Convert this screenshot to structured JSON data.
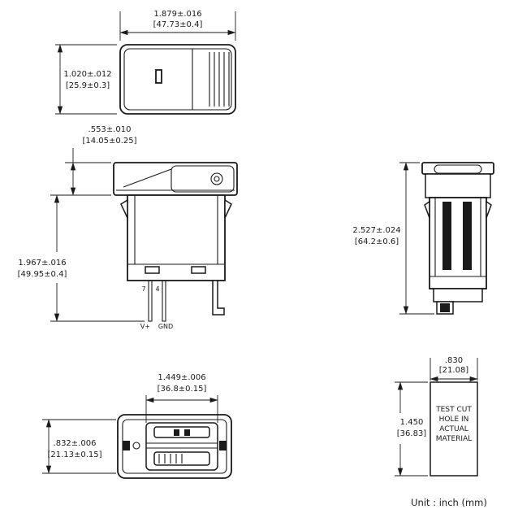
{
  "drawing": {
    "unit_note": "Unit : inch (mm)",
    "colors": {
      "line": "#1a1a1a",
      "background": "#ffffff"
    },
    "top_view": {
      "width_in": "1.879±.016",
      "width_mm": "[47.73±0.4]",
      "height_in": "1.020±.012",
      "height_mm": "[25.9±0.3]"
    },
    "front_view": {
      "bezel_height_in": ".553±.010",
      "bezel_height_mm": "[14.05±0.25]",
      "body_height_in": "1.967±.016",
      "body_height_mm": "[49.95±0.4]",
      "pin_left_number": "7",
      "pin_right_number": "4",
      "pin_left_label": "V+",
      "pin_right_label": "GND"
    },
    "side_view": {
      "height_in": "2.527±.024",
      "height_mm": "[64.2±0.6]"
    },
    "bottom_view": {
      "width_in": "1.449±.006",
      "width_mm": "[36.8±0.15]",
      "height_in": ".832±.006",
      "height_mm": "[21.13±0.15]"
    },
    "cutout": {
      "width_in": ".830",
      "width_mm": "[21.08]",
      "height_in": "1.450",
      "height_mm": "[36.83]",
      "note_lines": [
        "TEST CUT",
        "HOLE IN",
        "ACTUAL",
        "MATERIAL"
      ]
    }
  }
}
